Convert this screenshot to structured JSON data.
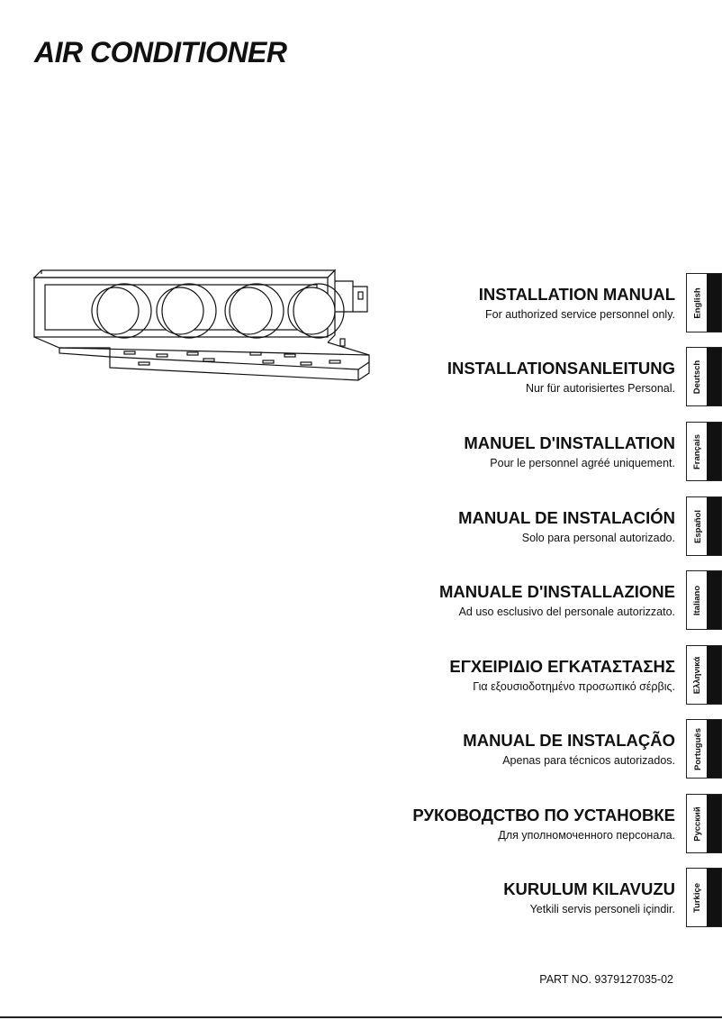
{
  "document": {
    "title": "AIR CONDITIONER",
    "part_number": "PART NO. 9379127035-02"
  },
  "colors": {
    "text": "#111111",
    "tab_fill": "#111111",
    "background": "#ffffff"
  },
  "sections": [
    {
      "title": "INSTALLATION MANUAL",
      "subtitle": "For authorized service personnel only.",
      "tab": "English"
    },
    {
      "title": "INSTALLATIONSANLEITUNG",
      "subtitle": "Nur für autorisiertes Personal.",
      "tab": "Deutsch"
    },
    {
      "title": "MANUEL D'INSTALLATION",
      "subtitle": "Pour le personnel agréé uniquement.",
      "tab": "Français"
    },
    {
      "title": "MANUAL DE INSTALACIÓN",
      "subtitle": "Solo para personal autorizado.",
      "tab": "Español"
    },
    {
      "title": "MANUALE D'INSTALLAZIONE",
      "subtitle": "Ad uso esclusivo del personale autorizzato.",
      "tab": "Italiano"
    },
    {
      "title": "ΕΓΧΕΙΡΙΔΙΟ ΕΓΚΑΤΑΣΤΑΣΗΣ",
      "subtitle": "Για εξουσιοδοτημένο προσωπικό σέρβις.",
      "tab": "Ελληνικά"
    },
    {
      "title": "MANUAL DE INSTALAÇÃO",
      "subtitle": "Apenas para técnicos autorizados.",
      "tab": "Português"
    },
    {
      "title": "РУКОВОДСТВО ПО УСТАНОВКЕ",
      "subtitle": "Для уполномоченного персонала.",
      "tab": "Русский"
    },
    {
      "title": "KURULUM KILAVUZU",
      "subtitle": "Yetkili servis personeli içindir.",
      "tab": "Turkiçe"
    }
  ]
}
